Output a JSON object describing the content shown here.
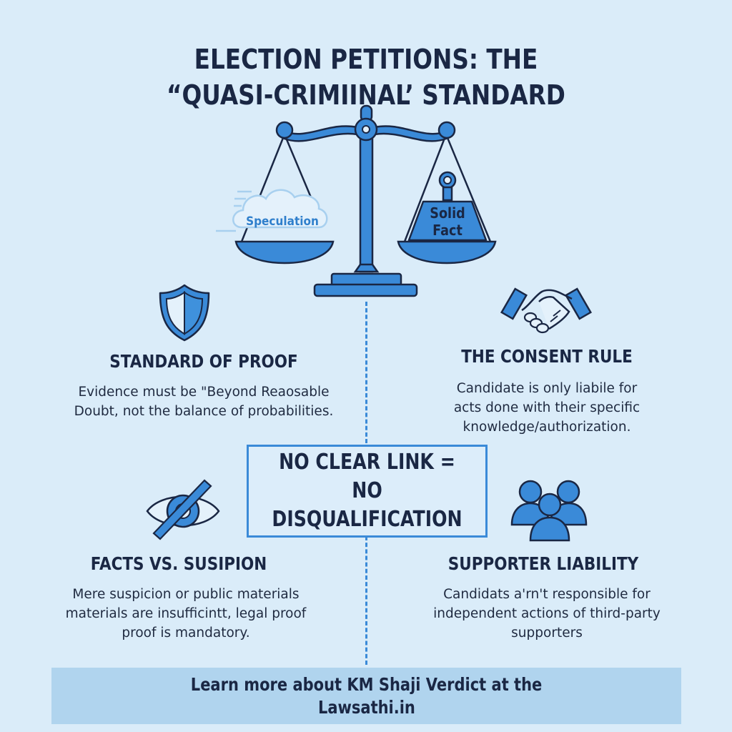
{
  "title": {
    "line1": "ELECTION PETITIONS: THE",
    "line2": "“QUASI-CRIMIINAL’ STANDARD"
  },
  "scale": {
    "left_pan_label": "Speculation",
    "right_weight_label_line1": "Solid",
    "right_weight_label_line2": "Fact"
  },
  "sections": [
    {
      "id": "standard-of-proof",
      "icon": "shield-icon",
      "heading": "STANDARD OF PROOF",
      "body_line1": "Evidence must be \"Beyond Reaosable",
      "body_line2": "Doubt, not the balance of probabilities."
    },
    {
      "id": "consent-rule",
      "icon": "handshake-icon",
      "heading": "THE CONSENT RULE",
      "body_line1": "Candidate is only liabile for",
      "body_line2": "acts done with their specific",
      "body_line3": "knowledge/authorization."
    },
    {
      "id": "facts-vs-suspicion",
      "icon": "eye-slash-icon",
      "heading": "FACTS VS. SUSIPION",
      "body_line1": "Mere suspicion or public materials",
      "body_line2": "materials are insufficintt, legal proof",
      "body_line3": "proof is mandatory."
    },
    {
      "id": "supporter-liability",
      "icon": "people-group-icon",
      "heading": "SUPPORTER LIABILITY",
      "body_line1": "Candidats a'rn't responsible for",
      "body_line2": "independent actions of third-party",
      "body_line3": "supporters"
    }
  ],
  "center_box": {
    "line1": "NO CLEAR LINK = NO",
    "line2": "DISQUALIFICATION"
  },
  "footer": {
    "line1": "Learn more about KM Shaji Verdict at the",
    "line2": "Lawsathi.in"
  },
  "colors": {
    "background": "#daecf9",
    "accent_blue": "#3a8ad8",
    "outline_navy": "#1a2744",
    "footer_band": "#b0d4ee"
  }
}
